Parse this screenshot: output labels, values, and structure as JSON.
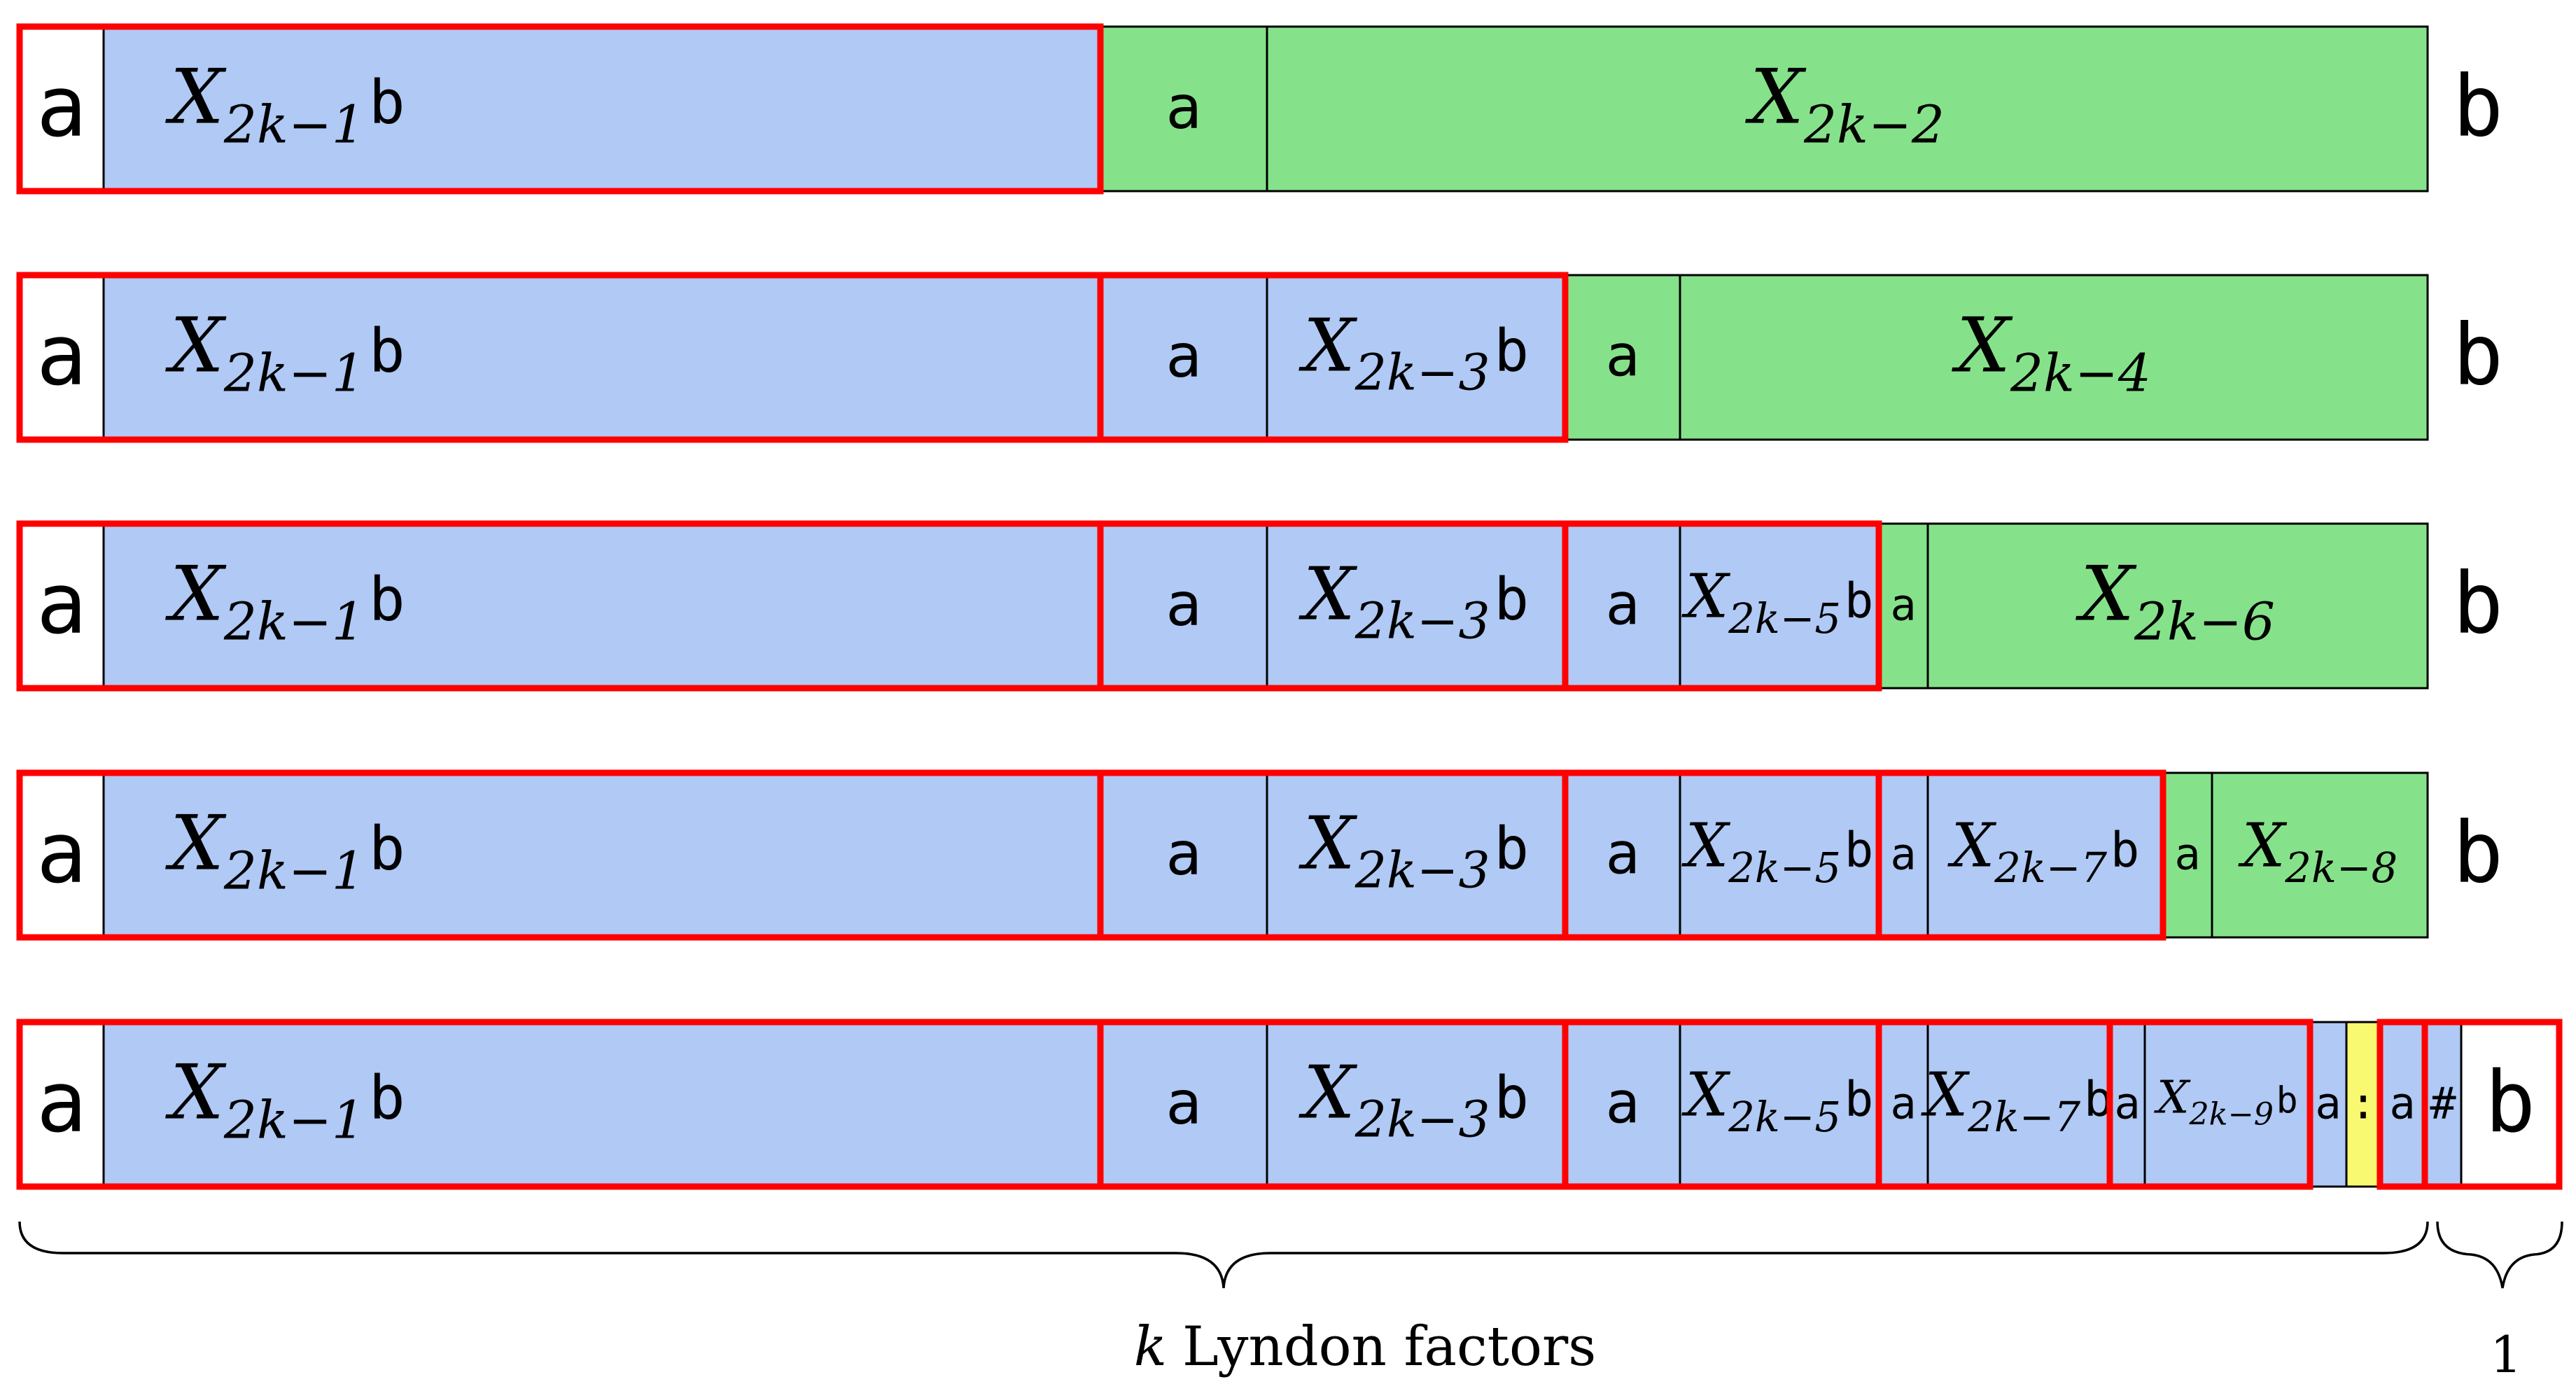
{
  "colors": {
    "blue": "#b0c9f5",
    "green": "#86e28a",
    "yellow": "#f9f871",
    "white": "#ffffff",
    "red": "#ff0000",
    "stroke": "#000000"
  },
  "letters": {
    "a": "a",
    "b": "b",
    "hash": "#",
    "dots": ":"
  },
  "symbols": {
    "X": "X"
  },
  "rows": [
    {
      "cells": [
        {
          "type": "letter",
          "text": "a",
          "fill": "white"
        },
        {
          "type": "x",
          "sub": "2k−1",
          "suffix": "b",
          "fill": "blue"
        },
        {
          "type": "letter",
          "text": "a",
          "fill": "green"
        },
        {
          "type": "x",
          "sub": "2k−2",
          "suffix": "",
          "fill": "green"
        }
      ],
      "tail": "b"
    },
    {
      "cells": [
        {
          "type": "letter",
          "text": "a",
          "fill": "white"
        },
        {
          "type": "x",
          "sub": "2k−1",
          "suffix": "b",
          "fill": "blue"
        },
        {
          "type": "letter",
          "text": "a",
          "fill": "blue"
        },
        {
          "type": "x",
          "sub": "2k−3",
          "suffix": "b",
          "fill": "blue"
        },
        {
          "type": "letter",
          "text": "a",
          "fill": "green"
        },
        {
          "type": "x",
          "sub": "2k−4",
          "suffix": "",
          "fill": "green"
        }
      ],
      "tail": "b"
    },
    {
      "cells": [
        {
          "type": "letter",
          "text": "a",
          "fill": "white"
        },
        {
          "type": "x",
          "sub": "2k−1",
          "suffix": "b",
          "fill": "blue"
        },
        {
          "type": "letter",
          "text": "a",
          "fill": "blue"
        },
        {
          "type": "x",
          "sub": "2k−3",
          "suffix": "b",
          "fill": "blue"
        },
        {
          "type": "letter",
          "text": "a",
          "fill": "blue"
        },
        {
          "type": "x",
          "sub": "2k−5",
          "suffix": "b",
          "fill": "blue"
        },
        {
          "type": "letter",
          "text": "a",
          "fill": "green"
        },
        {
          "type": "x",
          "sub": "2k−6",
          "suffix": "",
          "fill": "green"
        }
      ],
      "tail": "b"
    },
    {
      "cells": [
        {
          "type": "letter",
          "text": "a",
          "fill": "white"
        },
        {
          "type": "x",
          "sub": "2k−1",
          "suffix": "b",
          "fill": "blue"
        },
        {
          "type": "letter",
          "text": "a",
          "fill": "blue"
        },
        {
          "type": "x",
          "sub": "2k−3",
          "suffix": "b",
          "fill": "blue"
        },
        {
          "type": "letter",
          "text": "a",
          "fill": "blue"
        },
        {
          "type": "x",
          "sub": "2k−5",
          "suffix": "b",
          "fill": "blue"
        },
        {
          "type": "letter",
          "text": "a",
          "fill": "blue"
        },
        {
          "type": "x",
          "sub": "2k−7",
          "suffix": "b",
          "fill": "blue"
        },
        {
          "type": "letter",
          "text": "a",
          "fill": "green"
        },
        {
          "type": "x",
          "sub": "2k−8",
          "suffix": "",
          "fill": "green"
        }
      ],
      "tail": "b"
    },
    {
      "cells": [
        {
          "type": "letter",
          "text": "a",
          "fill": "white"
        },
        {
          "type": "x",
          "sub": "2k−1",
          "suffix": "b",
          "fill": "blue"
        },
        {
          "type": "letter",
          "text": "a",
          "fill": "blue"
        },
        {
          "type": "x",
          "sub": "2k−3",
          "suffix": "b",
          "fill": "blue"
        },
        {
          "type": "letter",
          "text": "a",
          "fill": "blue"
        },
        {
          "type": "x",
          "sub": "2k−5",
          "suffix": "b",
          "fill": "blue"
        },
        {
          "type": "letter",
          "text": "a",
          "fill": "blue"
        },
        {
          "type": "x",
          "sub": "2k−7",
          "suffix": "b",
          "fill": "blue"
        },
        {
          "type": "letter",
          "text": "a",
          "fill": "blue"
        },
        {
          "type": "x",
          "sub": "2k−9",
          "suffix": "b",
          "fill": "blue"
        },
        {
          "type": "letter",
          "text": "a",
          "fill": "blue"
        },
        {
          "type": "letter",
          "text": ":",
          "fill": "yellow"
        },
        {
          "type": "letter",
          "text": "a",
          "fill": "blue"
        },
        {
          "type": "letter",
          "text": "#",
          "fill": "blue"
        },
        {
          "type": "letter",
          "text": "b",
          "fill": "white"
        }
      ],
      "tail": ""
    }
  ],
  "braces": {
    "main_label_k": "k",
    "main_label": "Lyndon factors",
    "small_label": "1"
  }
}
